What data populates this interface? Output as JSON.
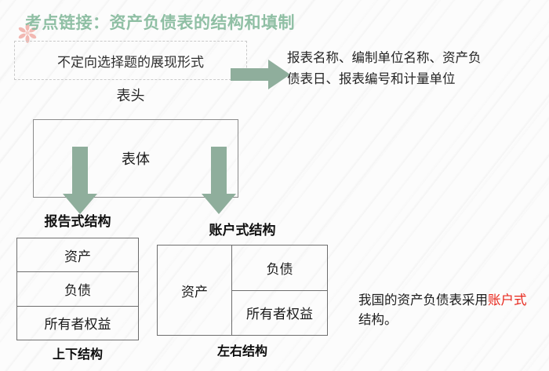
{
  "slide": {
    "title": "考点链接：资产负债表的结构和填制",
    "title_color": "#8fbfa4",
    "accent_color": "#8fae9c",
    "highlight_color": "#e8271c",
    "flower_icon": "flower-icon"
  },
  "top": {
    "dashed_box_label": "不定向选择题的展现形式",
    "head_label": "表头",
    "arrow_icon": "arrow-right-icon",
    "head_detail": "报表名称、编制单位名称、资产负债表日、报表编号和计量单位"
  },
  "body": {
    "box_label": "表体",
    "arrow_left_icon": "arrow-down-icon",
    "arrow_right_icon": "arrow-down-icon"
  },
  "report_form": {
    "title": "报告式结构",
    "rows": [
      "资产",
      "负债",
      "所有者权益"
    ],
    "footer": "上下结构"
  },
  "account_form": {
    "title": "账户式结构",
    "left_cell": "资产",
    "right_rows": [
      "负债",
      "所有者权益"
    ],
    "footer": "左右结构"
  },
  "conclusion": {
    "line1": "我国的资产负债表采",
    "line2_prefix": "用",
    "line2_highlight": "账户式",
    "line2_suffix": "结构。"
  }
}
